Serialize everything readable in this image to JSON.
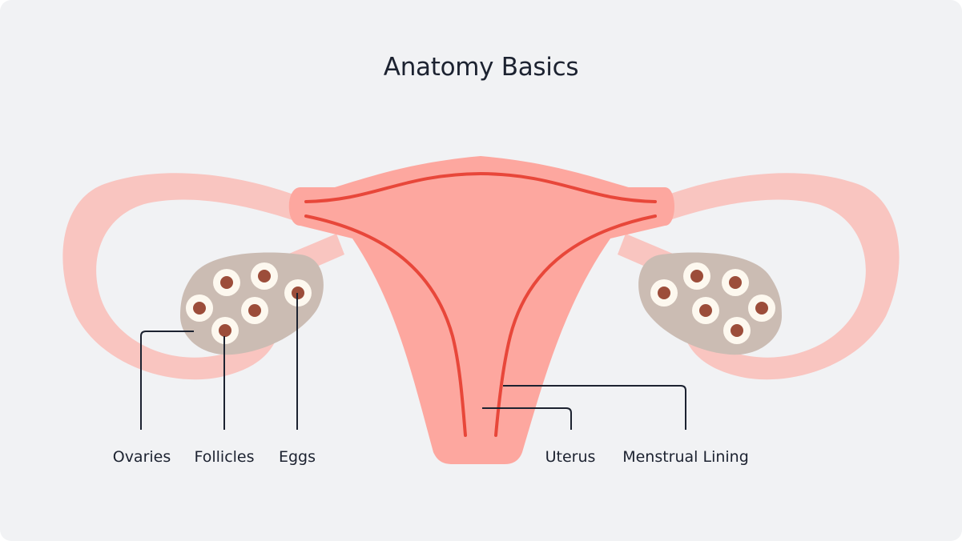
{
  "title": "Anatomy Basics",
  "labels": {
    "ovaries": "Ovaries",
    "follicles": "Follicles",
    "eggs": "Eggs",
    "uterus": "Uterus",
    "menstrual_lining": "Menstrual Lining"
  },
  "colors": {
    "background": "#f1f2f4",
    "tube": "#f9c5c0",
    "uterus": "#fda79f",
    "lining_line": "#e8473a",
    "ovary": "#cbbcb3",
    "follicle": "#fdf8ef",
    "egg": "#9c4d3a",
    "leader_line": "#1c2230"
  }
}
